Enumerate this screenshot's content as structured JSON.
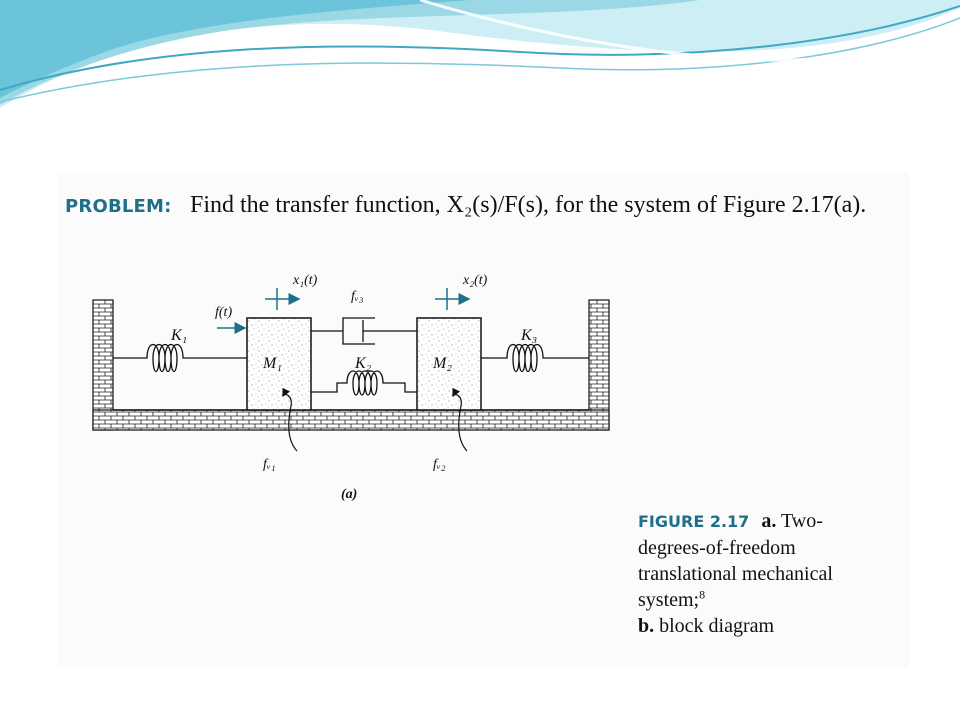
{
  "problem": {
    "label": "PROBLEM:",
    "text": "Find the transfer function, X₂(s)/F(s), for the system of Figure 2.17(a)."
  },
  "diagram": {
    "labels": {
      "x1": "x₁(t)",
      "x2": "x₂(t)",
      "force": "f(t)",
      "fv3": "fᵥ₃",
      "k1": "K₁",
      "k2": "K₂",
      "k3": "K₃",
      "m1": "M₁",
      "m2": "M₂",
      "fv1": "fᵥ₁",
      "fv2": "fᵥ₂",
      "part": "(a)"
    }
  },
  "caption": {
    "figure_number": "FIGURE 2.17",
    "part_a_marker": "a.",
    "part_a_text": "Two-degrees-of-freedom translational mechanical system;",
    "footnote": "8",
    "part_b_marker": "b.",
    "part_b_text": "block diagram"
  },
  "colors": {
    "accent": "#1f6f8b",
    "wave_light": "#cdeef4",
    "wave_mid": "#8fd3e0",
    "wave_dark": "#3fa9c4"
  }
}
